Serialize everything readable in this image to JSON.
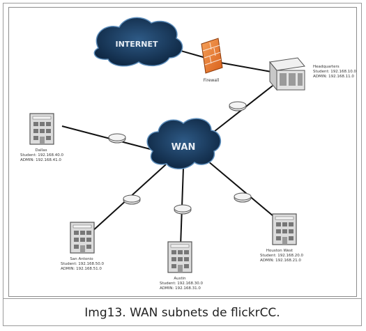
{
  "figure": {
    "clouds": {
      "internet": "INTERNET",
      "wan": "WAN"
    },
    "firewall_label": "Firewall",
    "headquarters": {
      "name": "Headquarters",
      "student": "Student: 192.168.10.0",
      "admin": "ADMIN: 192.168.11.0"
    },
    "dallas": {
      "name": "Dallas",
      "student": "Student: 192.168.40.0",
      "admin": "ADMIN: 192.168.41.0"
    },
    "san_antonio": {
      "name": "San Antonio",
      "student": "Student: 192.168.50.0",
      "admin": "ADMIN: 192.168.51.0"
    },
    "austin": {
      "name": "Austin",
      "student": "Student: 192.168.30.0",
      "admin": "ADMIN: 192.168.31.0"
    },
    "houston_west": {
      "name": "Houston West",
      "student": "Student: 192.168.20.0",
      "admin": "ADMIN: 192.168.21.0"
    }
  },
  "caption": "Img13. WAN subnets de flickrCC.",
  "colors": {
    "cloud_fill": "#12304f",
    "cloud_edge": "#5e8fbd",
    "firewall": "#e87d2b",
    "link": "#111111",
    "device_fill": "#e6e6e6"
  }
}
